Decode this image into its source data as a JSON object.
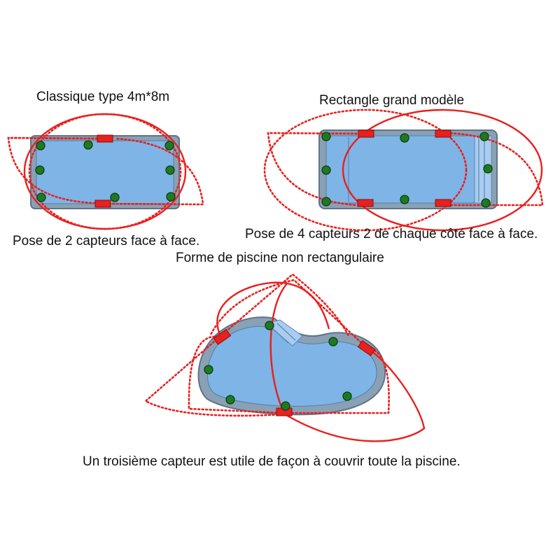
{
  "texts": {
    "title_classic": "Classique type 4m*8m",
    "title_rect_large": "Rectangle grand modèle",
    "caption_classic": "Pose de 2 capteurs face à face.",
    "caption_rect_large": "Pose de 4 capteurs 2 de chaque côté face à face.",
    "title_freeform": "Forme de piscine non rectangulaire",
    "caption_freeform": "Un troisième capteur est utile de façon à couvrir toute la piscine."
  },
  "colors": {
    "water": "#7fb4e6",
    "pool_rim": "#8aa0b5",
    "pool_rim_dark": "#5f7488",
    "sensor": "#e8201e",
    "detection_zone": "#e8201e",
    "anchor_point": "#1e7a22",
    "anchor_outline": "#0e3d10"
  },
  "legend": {
    "sensor_icon": "red-rectangle-sensor",
    "anchor_icon": "green-dot-point"
  }
}
